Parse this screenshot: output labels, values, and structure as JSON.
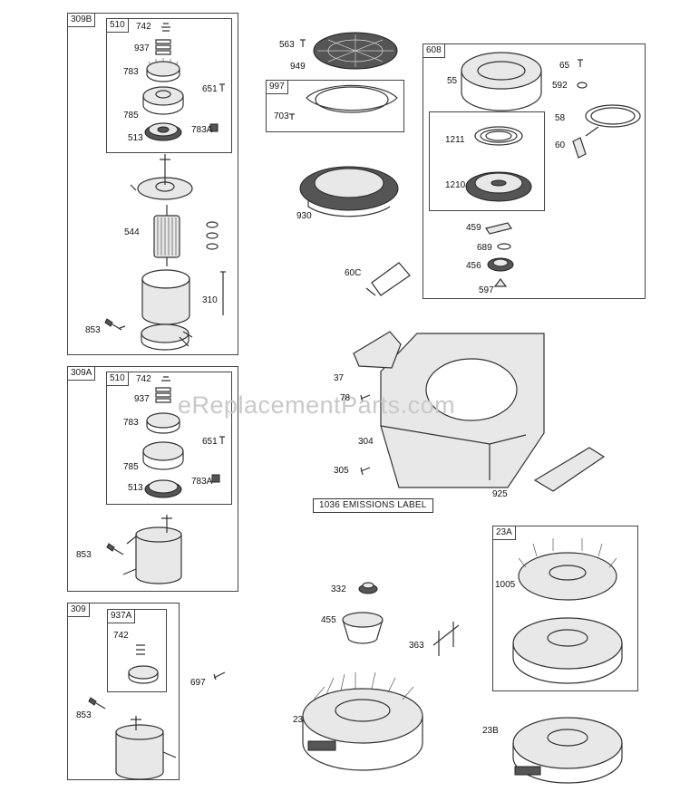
{
  "watermark": "eReplacementParts.com",
  "emissions_label": "1036 EMISSIONS LABEL",
  "groups": {
    "g309b": "309B",
    "g510a": "510",
    "g309a": "309A",
    "g510b": "510",
    "g309": "309",
    "g937a": "937A",
    "g997": "997",
    "g608": "608",
    "g608inner": "",
    "g23a": "23A"
  },
  "labels": {
    "p742a": "742",
    "p937a": "937",
    "p783a": "783",
    "p651a": "651",
    "p785a": "785",
    "p513a": "513",
    "p783Aa": "783A",
    "p544": "544",
    "p310": "310",
    "p853a": "853",
    "p742b": "742",
    "p937b": "937",
    "p783b": "783",
    "p651b": "651",
    "p785b": "785",
    "p513b": "513",
    "p783Ab": "783A",
    "p853b": "853",
    "p742c": "742",
    "p853c": "853",
    "p697": "697",
    "p563": "563",
    "p949": "949",
    "p703": "703",
    "p930": "930",
    "p60c": "60C",
    "p55": "55",
    "p65": "65",
    "p592": "592",
    "p58": "58",
    "p60": "60",
    "p1211": "1211",
    "p1210": "1210",
    "p459": "459",
    "p689": "689",
    "p456": "456",
    "p597": "597",
    "p37": "37",
    "p78": "78",
    "p304": "304",
    "p305": "305",
    "p925": "925",
    "p332": "332",
    "p455": "455",
    "p363": "363",
    "p23": "23",
    "p1005": "1005",
    "p23b": "23B"
  }
}
